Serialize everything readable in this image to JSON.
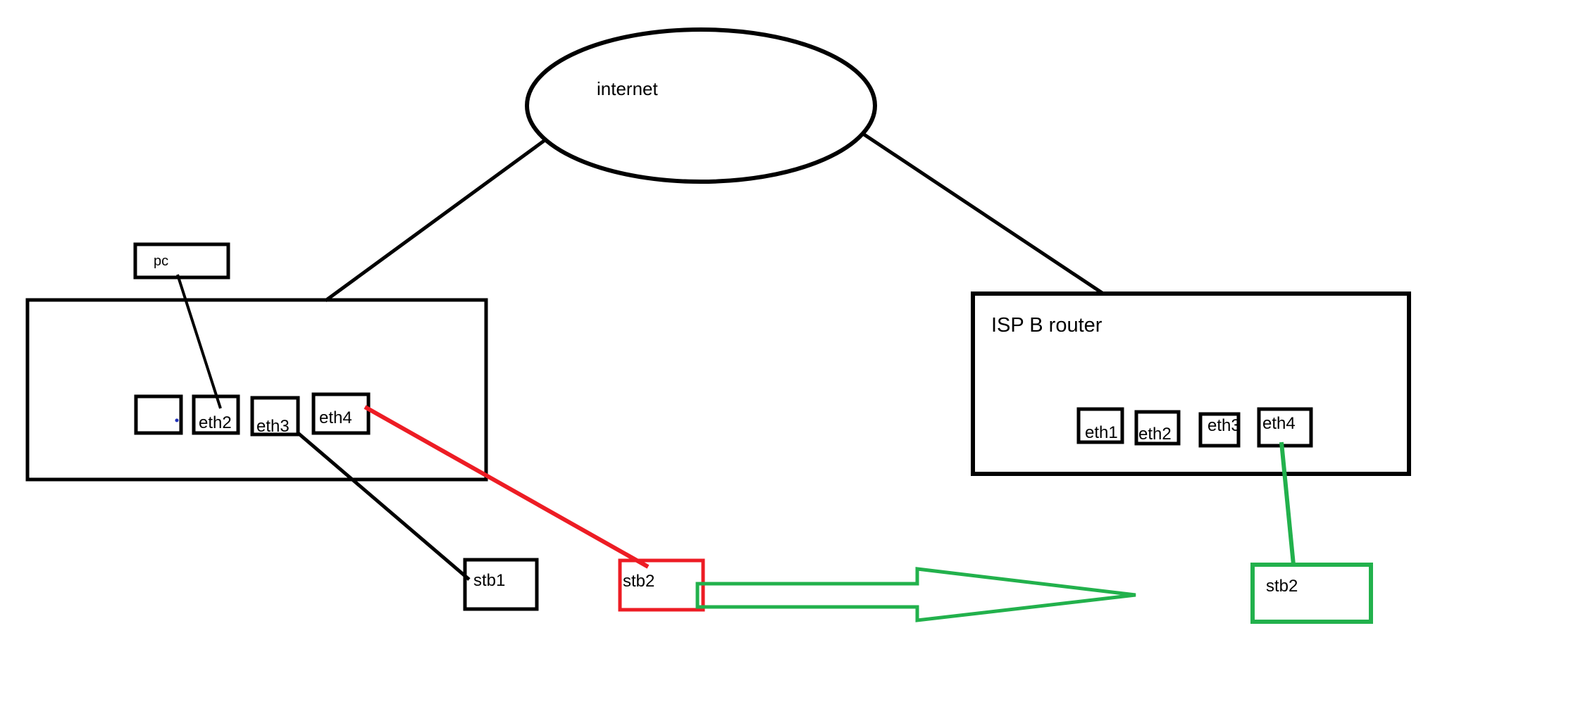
{
  "colors": {
    "line_black": "#000000",
    "accent_red": "#ed1c24",
    "accent_green": "#22b14c",
    "stray_blue": "#2233bb",
    "background": "#ffffff"
  },
  "internet": {
    "label": "internet"
  },
  "left_router": {
    "pc_label": "pc",
    "ports": [
      {
        "label": ""
      },
      {
        "label": "eth2"
      },
      {
        "label": "eth3"
      },
      {
        "label": "eth4"
      }
    ]
  },
  "right_router": {
    "title": "ISP B router",
    "ports": [
      {
        "label": "eth1"
      },
      {
        "label": "eth2"
      },
      {
        "label": "eth3"
      },
      {
        "label": "eth4"
      }
    ]
  },
  "devices": {
    "stb1_label": "stb1",
    "stb2_red_label": "stb2",
    "stb2_green_label": "stb2"
  }
}
